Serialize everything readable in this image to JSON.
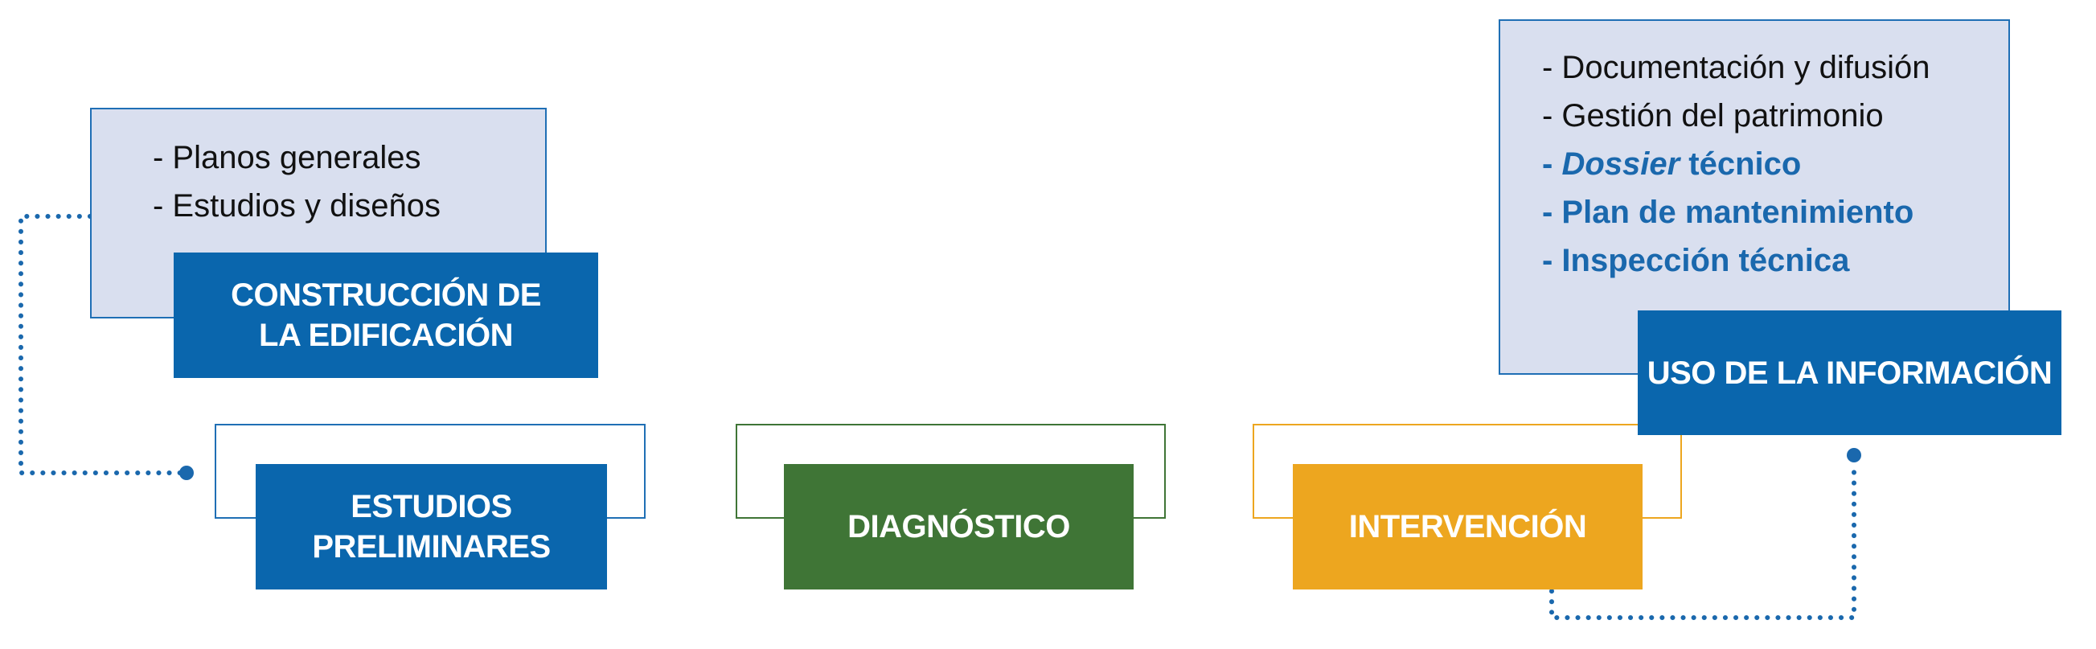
{
  "colors": {
    "dark_blue": "#0a66ad",
    "light_panel": "#d9dfef",
    "panel_border": "#1f6fb5",
    "green": "#3f7536",
    "orange": "#eda61f",
    "highlight_text": "#1a68ad",
    "dotted_connector": "#1a68ad"
  },
  "stages": [
    {
      "line1": "ESTUDIOS",
      "line2": "PRELIMINARES"
    },
    {
      "label": "DIAGNÓSTICO"
    },
    {
      "label": "INTERVENCIÓN"
    }
  ],
  "construccion": {
    "line1": "CONSTRUCCIÓN DE",
    "line2": "LA EDIFICACIÓN",
    "items": [
      "- Planos generales",
      "- Estudios y diseños"
    ]
  },
  "uso": {
    "label": "USO DE LA INFORMACIÓN",
    "items": [
      "- Documentación y difusión",
      "- Gestión del patrimonio"
    ],
    "highlight_items": [
      {
        "prefix": "- ",
        "em": "Dossier",
        "rest": " técnico"
      },
      {
        "text": "- Plan de mantenimiento"
      },
      {
        "text": "- Inspección técnica"
      }
    ]
  }
}
